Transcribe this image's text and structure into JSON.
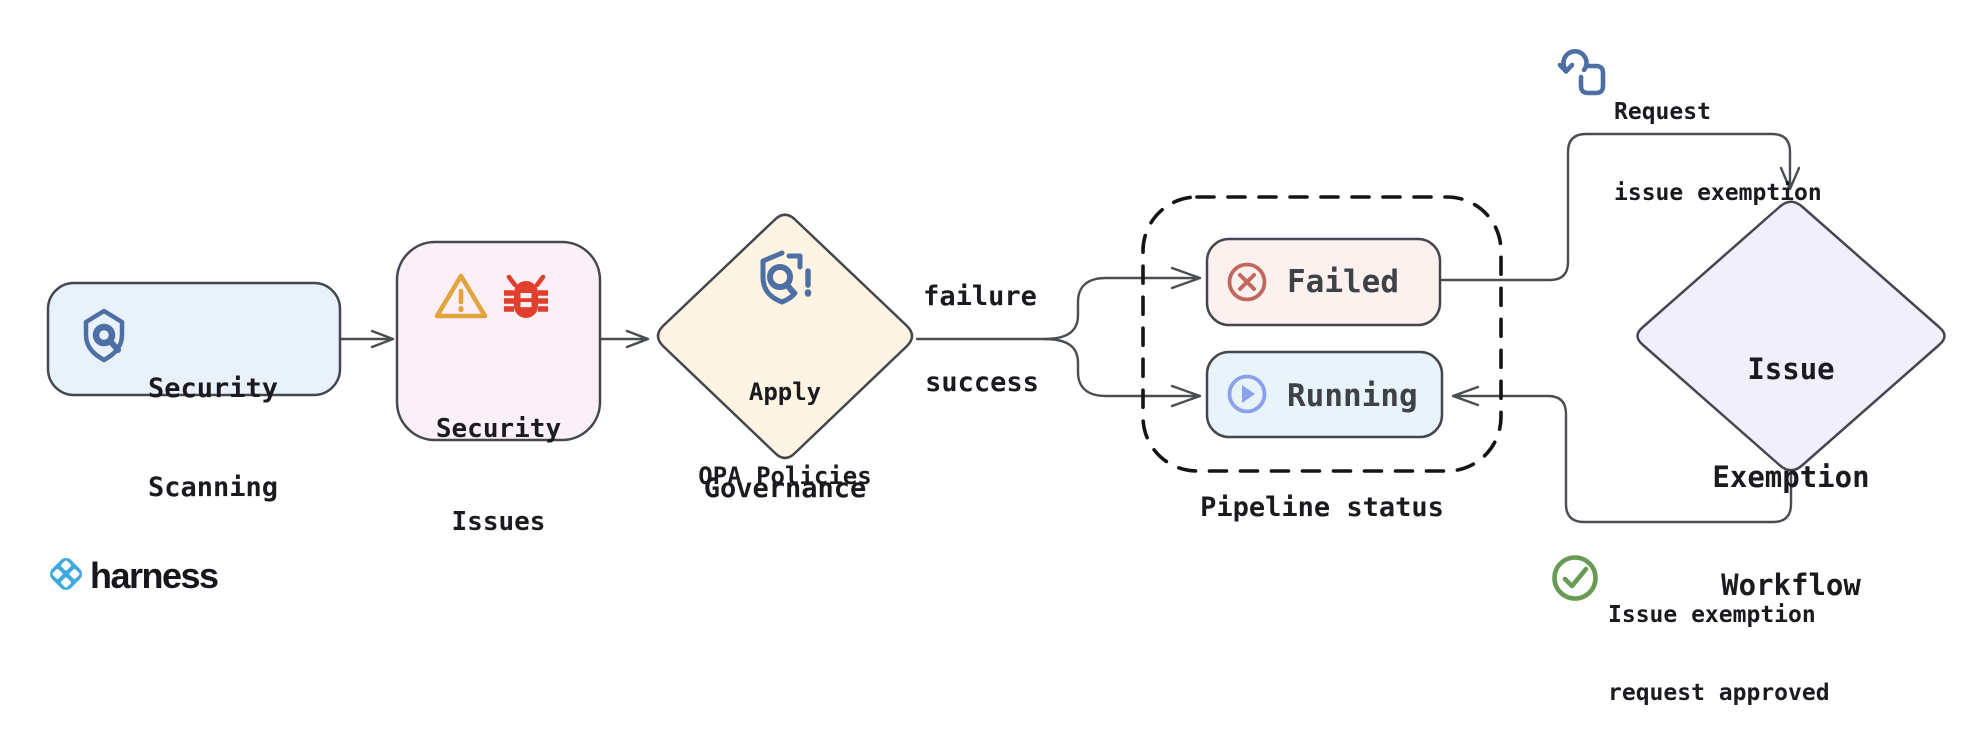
{
  "colors": {
    "shape_border": "#44474d",
    "connector": "#4a4d52",
    "dashed_border": "#141414",
    "text": "#1b1b1f",
    "status_text": "#3e4247",
    "security_scanning_fill": "#e9f1fa",
    "security_issues_fill": "#fbf0f6",
    "governance_fill": "#fdf4e4",
    "failed_fill": "#fcf1ef",
    "running_fill": "#e9f3fb",
    "exemption_fill": "#f1effc",
    "icon_blue": "#4e6fa3",
    "icon_orange": "#e2a43e",
    "icon_red": "#e03f2c",
    "failed_icon": "#c2675e",
    "running_icon": "#8aa2ec",
    "approved_green": "#699b55",
    "harness_blue": "#3da9e1",
    "white": "#ffffff",
    "bug_slot": "#fbf0f6"
  },
  "nodes": {
    "security_scanning": {
      "line1": "Security",
      "line2": "Scanning"
    },
    "security_issues": {
      "line1": "Security",
      "line2": "Issues"
    },
    "apply_opa_policies": {
      "line1": "Apply",
      "line2": "OPA Policies",
      "caption": "Governance"
    },
    "failed": {
      "label": "Failed"
    },
    "running": {
      "label": "Running"
    },
    "pipeline_status": {
      "caption": "Pipeline status"
    },
    "issue_exemption_workflow": {
      "line1": "Issue",
      "line2": "Exemption",
      "line3": "Workflow"
    }
  },
  "edges": {
    "failure_label": "failure",
    "success_label": "success"
  },
  "annotations": {
    "request_exemption": {
      "line1": "Request",
      "line2": "issue exemption"
    },
    "request_approved": {
      "line1": "Issue exemption",
      "line2": "request approved"
    }
  },
  "icons": {
    "security_scanning": "shield-search-icon",
    "security_issues_warning": "warning-triangle-icon",
    "security_issues_bug": "bug-icon",
    "governance": "shield-alert-search-icon",
    "failed": "circle-x-icon",
    "running": "circle-play-icon",
    "request": "tap-gesture-icon",
    "approved": "check-circle-icon",
    "brand": "harness-logo-icon"
  },
  "brand": {
    "name": "harness"
  }
}
